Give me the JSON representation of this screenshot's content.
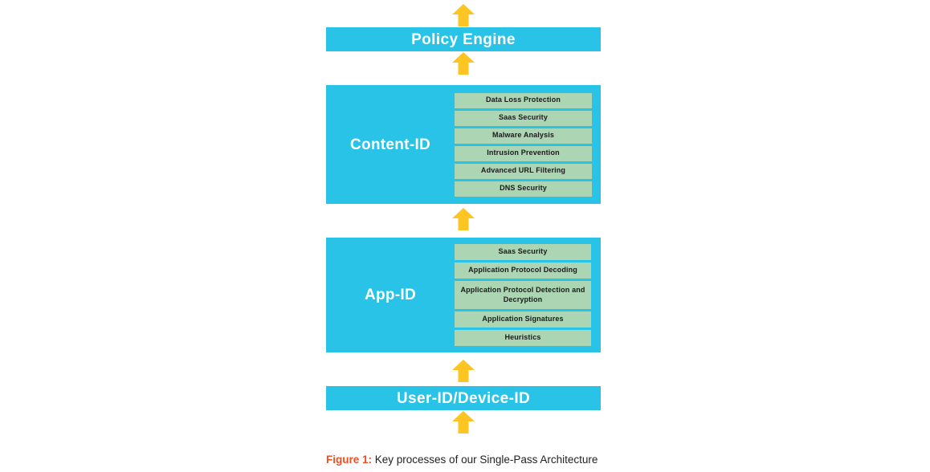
{
  "figure": {
    "colors": {
      "panel_cyan": "#29C3E8",
      "sub_box_green": "#ACD5B4",
      "arrow_yellow": "#FCC521",
      "title_text": "#FFFFFF",
      "sub_box_text": "#1A1A1A",
      "caption_label": "#F04E23",
      "caption_text": "#231F20",
      "page_background": "#FFFFFF"
    },
    "arrow_direction": "up",
    "arrow_count": 5,
    "caption": {
      "label": "Figure 1:",
      "text": "Key processes of our Single-Pass Architecture"
    },
    "stages": [
      {
        "id": "policy-engine",
        "type": "bar",
        "title": "Policy Engine",
        "items": []
      },
      {
        "id": "content-id",
        "type": "panel",
        "title": "Content-ID",
        "items": [
          "Data Loss Protection",
          "Saas Security",
          "Malware Analysis",
          "Intrusion Prevention",
          "Advanced URL Filtering",
          "DNS Security"
        ]
      },
      {
        "id": "app-id",
        "type": "panel",
        "title": "App-ID",
        "items": [
          "Saas Security",
          "Application Protocol Decoding",
          "Application Protocol Detection and Decryption",
          "Application Signatures",
          "Heuristics"
        ]
      },
      {
        "id": "user-id-device-id",
        "type": "bar",
        "title": "User-ID/Device-ID",
        "items": []
      }
    ]
  }
}
